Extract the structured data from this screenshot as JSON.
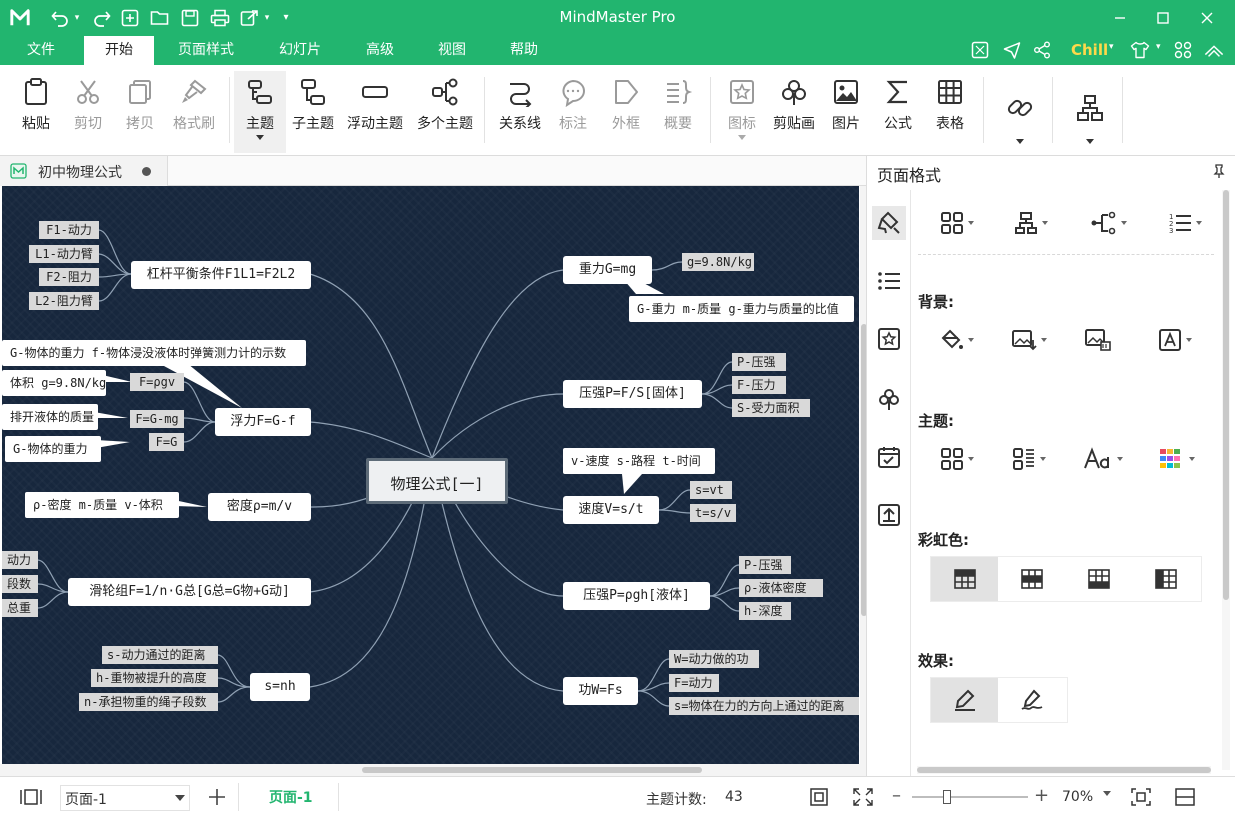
{
  "app": {
    "title": "MindMaster Pro",
    "logo": "mindmaster-logo"
  },
  "quick_access": [
    "undo-icon",
    "redo-icon",
    "new-icon",
    "open-icon",
    "save-icon",
    "print-icon",
    "export-icon",
    "customize-icon"
  ],
  "menu": {
    "items": [
      "文件",
      "开始",
      "页面样式",
      "幻灯片",
      "高级",
      "视图",
      "帮助"
    ],
    "active": "开始",
    "user": "Chill"
  },
  "ribbon": {
    "buttons": [
      {
        "label": "粘贴",
        "icon": "paste-icon",
        "disabled": false
      },
      {
        "label": "剪切",
        "icon": "cut-icon",
        "disabled": true
      },
      {
        "label": "拷贝",
        "icon": "copy-icon",
        "disabled": true
      },
      {
        "label": "格式刷",
        "icon": "format-painter-icon",
        "disabled": true
      },
      {
        "label": "主题",
        "icon": "topic-icon",
        "disabled": false
      },
      {
        "label": "子主题",
        "icon": "subtopic-icon",
        "disabled": false
      },
      {
        "label": "浮动主题",
        "icon": "floating-topic-icon",
        "disabled": false
      },
      {
        "label": "多个主题",
        "icon": "multiple-topics-icon",
        "disabled": false
      },
      {
        "label": "关系线",
        "icon": "relationship-icon",
        "disabled": false
      },
      {
        "label": "标注",
        "icon": "callout-icon",
        "disabled": true
      },
      {
        "label": "外框",
        "icon": "boundary-icon",
        "disabled": true
      },
      {
        "label": "概要",
        "icon": "summary-icon",
        "disabled": true
      },
      {
        "label": "图标",
        "icon": "mark-icon",
        "disabled": true
      },
      {
        "label": "剪贴画",
        "icon": "clipart-icon",
        "disabled": false
      },
      {
        "label": "图片",
        "icon": "picture-icon",
        "disabled": false
      },
      {
        "label": "公式",
        "icon": "formula-icon",
        "disabled": false
      },
      {
        "label": "表格",
        "icon": "table-icon",
        "disabled": false
      }
    ]
  },
  "document_tab": {
    "title": "初中物理公式"
  },
  "mindmap": {
    "center": "物理公式[一]",
    "topics": {
      "lever": "杠杆平衡条件F1L1=F2L2",
      "buoyancy": "浮力F=G-f",
      "density": "密度ρ=m/v",
      "pulley": "滑轮组F=1/n·G总[G总=G物+G动]",
      "s_nh": "s=nh",
      "gravity": "重力G=mg",
      "pressure_solid": "压强P=F/S[固体]",
      "speed": "速度V=s/t",
      "pressure_liquid": "压强P=ρgh[液体]",
      "work": "功W=Fs"
    },
    "leaves": {
      "lever": [
        "F1-动力",
        "L1-动力臂",
        "F2-阻力",
        "L2-阻力臂"
      ],
      "buoyancy": [
        "F=ρgv",
        "F=G-mg",
        "F=G"
      ],
      "pulley": [
        "动力",
        "段数",
        "总重"
      ],
      "s_nh": [
        "s-动力通过的距离",
        "h-重物被提升的高度",
        "n-承担物重的绳子段数"
      ],
      "gravity": [
        "g=9.8N/kg"
      ],
      "pressure_solid": [
        "P-压强",
        "F-压力",
        "S-受力面积"
      ],
      "speed": [
        "s=vt",
        "t=s/v"
      ],
      "pressure_liquid": [
        "P-压强",
        "ρ-液体密度",
        "h-深度"
      ],
      "work": [
        "W=动力做的功",
        "F=动力",
        "s=物体在力的方向上通过的距离"
      ]
    },
    "callouts": {
      "buoyancy_1": "G-物体的重力 f-物体浸没液体时弹簧测力计的示数",
      "buoyancy_2": "体积 g=9.8N/kg",
      "buoyancy_3": "排开液体的质量",
      "buoyancy_4": "G-物体的重力",
      "density": "ρ-密度 m-质量 v-体积",
      "gravity": "G-重力 m-质量 g-重力与质量的比值",
      "speed": "v-速度 s-路程 t-时间"
    },
    "colors": {
      "background": "#17273d",
      "line": "#8fa0b3",
      "node": "#ffffff",
      "leaf": "#d9d9d9"
    }
  },
  "right_panel": {
    "title": "页面格式",
    "sections": {
      "background": "背景:",
      "theme": "主题:",
      "rainbow": "彩虹色:",
      "effect": "效果:"
    }
  },
  "statusbar": {
    "page_select": "页面-1",
    "page_tab": "页面-1",
    "topic_count_label": "主题计数:",
    "topic_count": "43",
    "zoom": "70%",
    "zoom_fraction": 0.3
  },
  "theme_colors": {
    "brand": "#22b56f",
    "user": "#ffd94a"
  }
}
